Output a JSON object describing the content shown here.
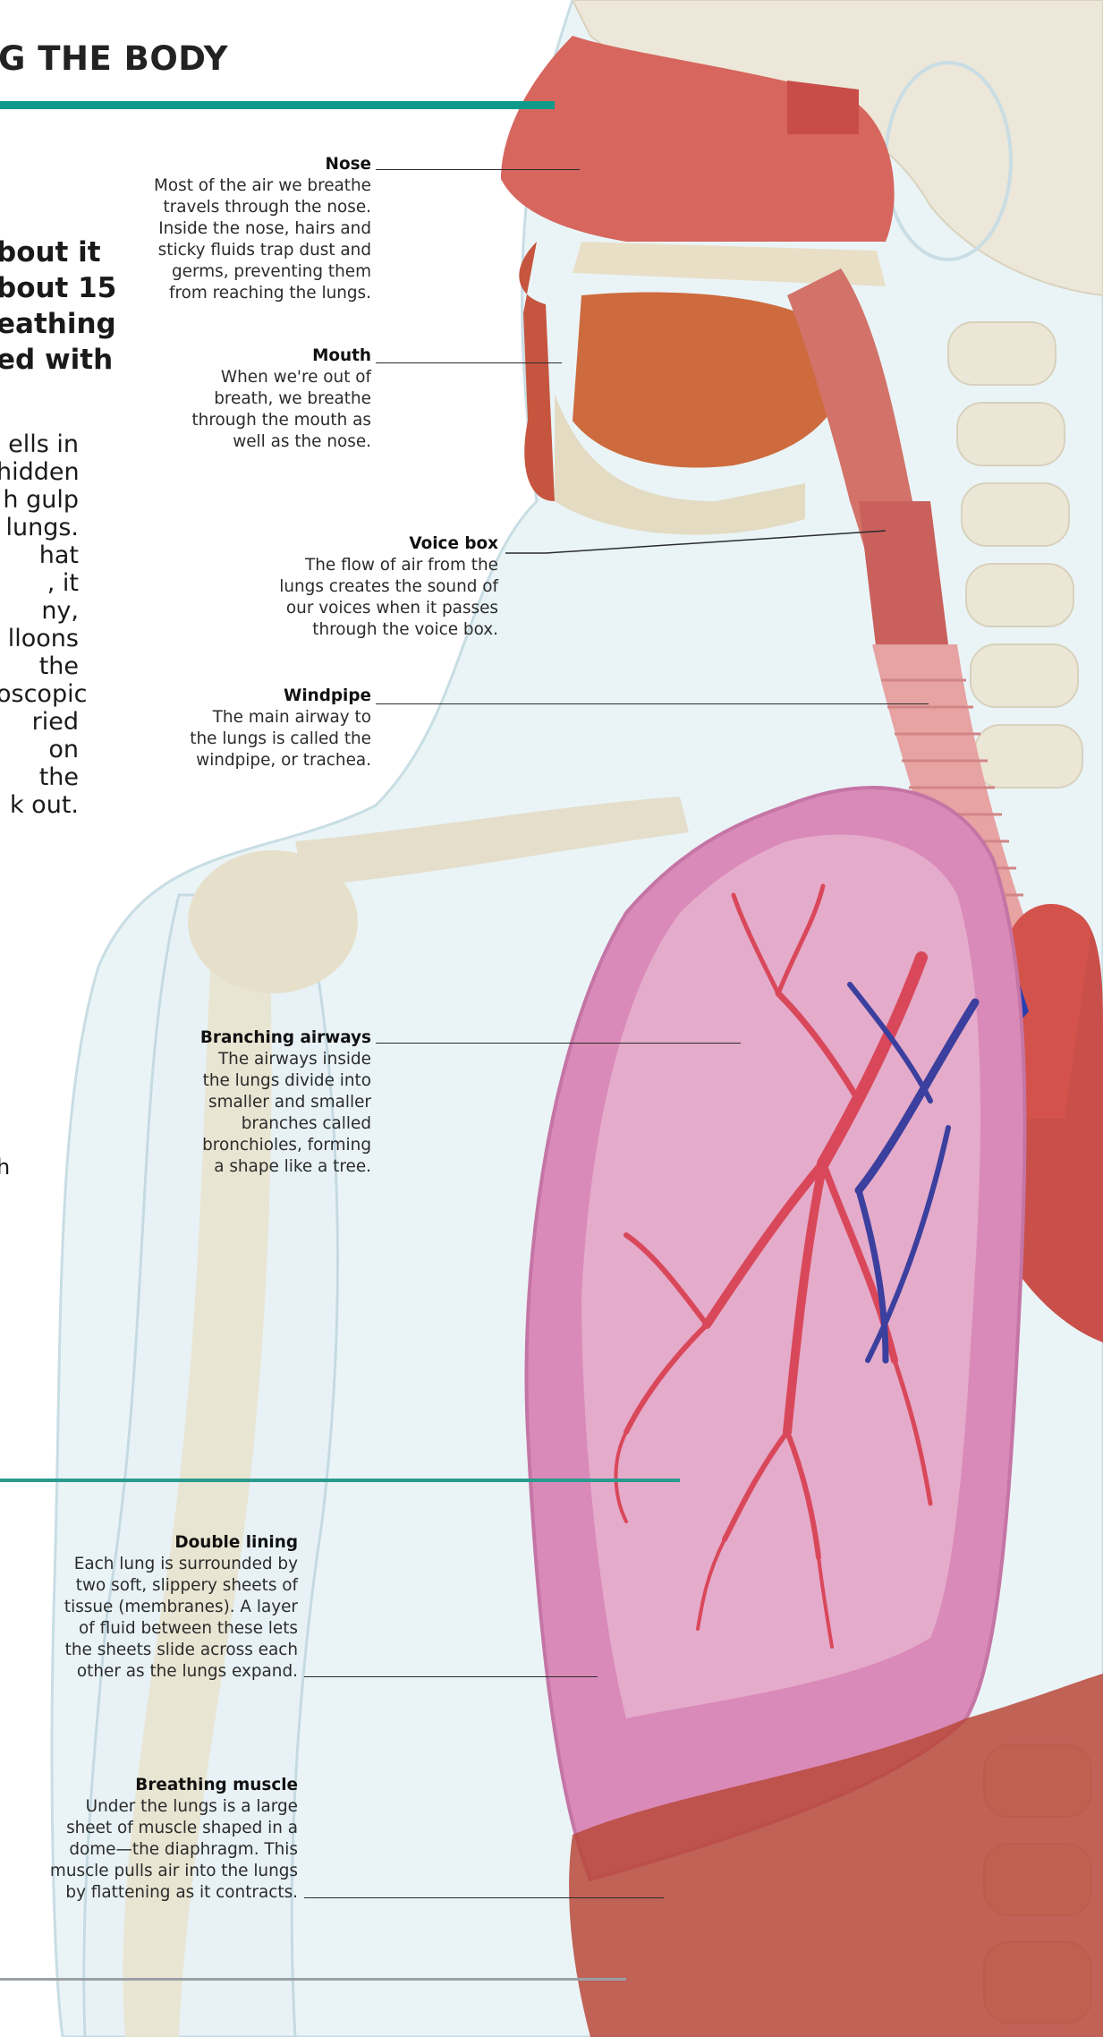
{
  "header": {
    "title": "G THE BODY"
  },
  "intro": {
    "lead_lines": [
      "bout it",
      "bout 15",
      "eathing",
      "ed with"
    ],
    "body_lines": [
      "ells in",
      "hidden",
      "h gulp",
      "lungs.",
      "hat",
      ", it",
      "ny,",
      "lloons",
      "the",
      "oscopic",
      "ried",
      "on",
      "the",
      "k out."
    ],
    "stray": "h"
  },
  "annotations": [
    {
      "title": "Nose",
      "body": [
        "Most of the air we breathe",
        "travels through the nose.",
        "Inside the nose, hairs and",
        "sticky fluids trap dust and",
        "germs, preventing them",
        "from reaching the lungs."
      ]
    },
    {
      "title": "Mouth",
      "body": [
        "When we're out of",
        "breath, we breathe",
        "through the mouth as",
        "well as the nose."
      ]
    },
    {
      "title": "Voice box",
      "body": [
        "The flow of air from the",
        "lungs creates the sound of",
        "our voices when it passes",
        "through the voice box."
      ]
    },
    {
      "title": "Windpipe",
      "body": [
        "The main airway to",
        "the lungs is called the",
        "windpipe, or trachea."
      ]
    },
    {
      "title": "Branching airways",
      "body": [
        "The airways inside",
        "the lungs divide into",
        "smaller and smaller",
        "branches called",
        "bronchioles, forming",
        "a shape like a tree."
      ]
    },
    {
      "title": "Double lining",
      "body": [
        "Each lung is surrounded by",
        "two soft, slippery sheets of",
        "tissue (membranes). A layer",
        "of fluid between these lets",
        "the sheets slide across each",
        "other as the lungs expand."
      ]
    },
    {
      "title": "Breathing muscle",
      "body": [
        "Under the lungs is a large",
        "sheet of muscle shaped in a",
        "dome—the diaphragm. This",
        "muscle pulls air into the lungs",
        "by flattening as it contracts."
      ]
    }
  ],
  "colors": {
    "accent_teal": "#0e9a8a",
    "lung_pink": "#d98ab8",
    "airway_red": "#d9485a",
    "vein_blue": "#3b3f9e",
    "bone": "#e6e0cc",
    "skin_outline": "#cfe3ea"
  }
}
